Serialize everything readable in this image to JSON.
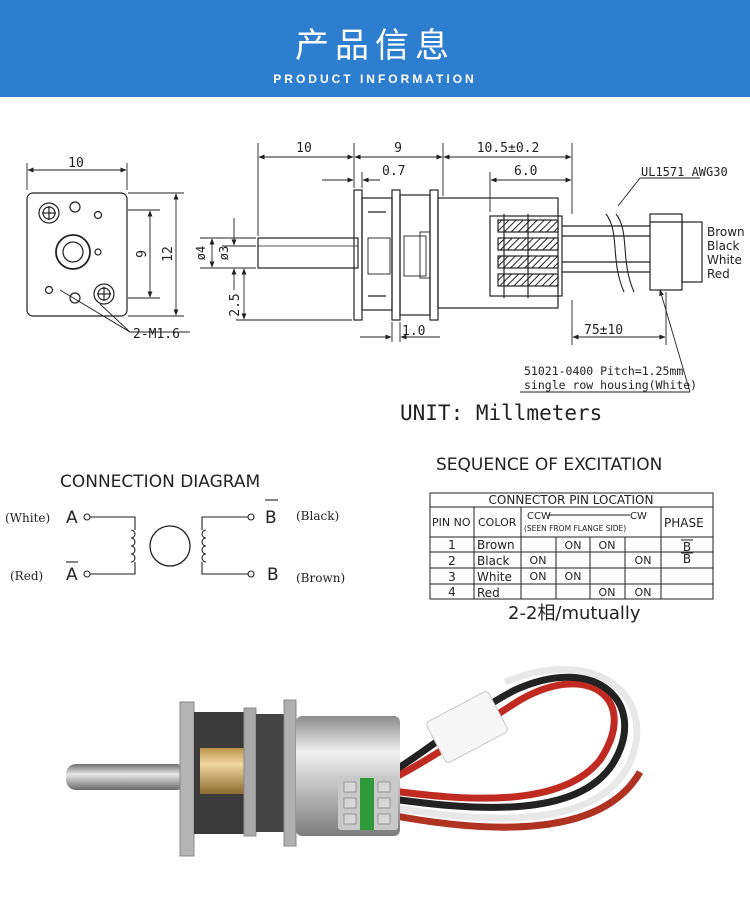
{
  "header": {
    "title_cn": "产品信息",
    "title_en": "PRODUCT INFORMATION",
    "bg_color": "#2e7ed0"
  },
  "front_view": {
    "dim_width": "10",
    "dim_height_inner": "9",
    "dim_height_outer": "12",
    "screw_label": "2-M1.6"
  },
  "side_view": {
    "dim_shaft": "10",
    "dim_gearbox": "9",
    "dim_motor": "10.5±0.2",
    "dim_flange": "0.7",
    "dim_body": "6.0",
    "dim_shaft_dia": "ø4",
    "dim_flat_dia": "ø3",
    "dim_offset": "2.5",
    "dim_pin": "1.0",
    "dim_lead": "75±10",
    "wire_spec": "UL1571 AWG30",
    "wire_colors": [
      "Brown",
      "Black",
      "White",
      "Red"
    ],
    "connector_note_1": "51021-0400 Pitch=1.25mm",
    "connector_note_2": "single row housing(White)"
  },
  "unit_label": "UNIT: Millmeters",
  "connection_diagram": {
    "title": "CONNECTION  DIAGRAM",
    "left_top_color": "(White)",
    "left_top_pin": "A",
    "left_bottom_color": "(Red)",
    "left_bottom_pin": "A",
    "right_top_pin": "B",
    "right_top_color": "(Black)",
    "right_bottom_pin": "B",
    "right_bottom_color": "(Brown)"
  },
  "excitation": {
    "title": "SEQUENCE  OF  EXCITATION",
    "table_title": "CONNECTOR PIN LOCATION",
    "col_pin": "PIN NO",
    "col_color": "COLOR",
    "col_ccw": "CCW",
    "col_cw": "CW",
    "col_note": "(SEEN  FROM  FLANGE  SIDE)",
    "col_phase": "PHASE",
    "rows": [
      {
        "pin": "1",
        "color": "Brown",
        "cells": [
          "",
          "ON",
          "ON",
          ""
        ],
        "phase": "B"
      },
      {
        "pin": "2",
        "color": "Black",
        "cells": [
          "ON",
          "",
          "",
          "ON"
        ],
        "phase": "B"
      },
      {
        "pin": "3",
        "color": "White",
        "cells": [
          "ON",
          "ON",
          "",
          ""
        ],
        "phase": ""
      },
      {
        "pin": "4",
        "color": "Red",
        "cells": [
          "",
          "",
          "ON",
          "ON"
        ],
        "phase": ""
      }
    ],
    "footer": "2-2相/mutually"
  }
}
